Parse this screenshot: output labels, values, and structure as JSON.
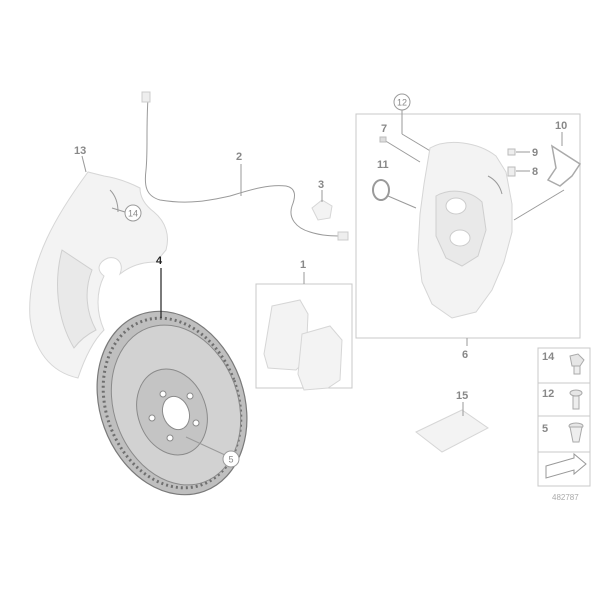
{
  "diagram": {
    "parts": [
      {
        "id": "1",
        "label": "1"
      },
      {
        "id": "2",
        "label": "2"
      },
      {
        "id": "3",
        "label": "3"
      },
      {
        "id": "4",
        "label": "4",
        "highlighted": true
      },
      {
        "id": "6",
        "label": "6"
      },
      {
        "id": "7",
        "label": "7"
      },
      {
        "id": "8",
        "label": "8"
      },
      {
        "id": "9",
        "label": "9"
      },
      {
        "id": "10",
        "label": "10"
      },
      {
        "id": "11",
        "label": "11"
      },
      {
        "id": "13",
        "label": "13"
      },
      {
        "id": "15",
        "label": "15"
      }
    ],
    "circled_refs": [
      {
        "id": "12-top",
        "label": "12"
      },
      {
        "id": "14-shield",
        "label": "14"
      },
      {
        "id": "5-disc",
        "label": "5"
      }
    ],
    "legend": [
      {
        "id": "14",
        "label": "14"
      },
      {
        "id": "12",
        "label": "12"
      },
      {
        "id": "5",
        "label": "5"
      }
    ],
    "reference_number": "482787",
    "colors": {
      "highlight": "#222222",
      "ghost_fill": "#f3f3f3",
      "ghost_stroke": "#d6d6d6",
      "leader": "#9a9a9a"
    }
  }
}
